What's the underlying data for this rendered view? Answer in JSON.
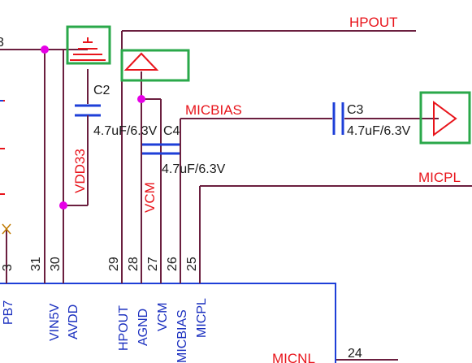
{
  "net_labels": {
    "hpout": "HPOUT",
    "micbias": "MICBIAS",
    "micpl": "MICPL",
    "micnl": "MICNL",
    "vdd33": "VDD33",
    "vcm": "VCM"
  },
  "components": {
    "c2": {
      "ref": "C2",
      "value": "4.7uF/6.3V"
    },
    "c3": {
      "ref": "C3",
      "value": "4.7uF/6.3V"
    },
    "c4": {
      "ref": "C4",
      "value": "4.7uF/6.3V"
    }
  },
  "pins": [
    {
      "number": "31",
      "name": "VIN5V"
    },
    {
      "number": "30",
      "name": "AVDD"
    },
    {
      "number": "29",
      "name": "HPOUT"
    },
    {
      "number": "28",
      "name": "AGND"
    },
    {
      "number": "27",
      "name": "VCM"
    },
    {
      "number": "26",
      "name": "MICBIAS"
    },
    {
      "number": "25",
      "name": "MICPL"
    },
    {
      "number": "24",
      "name": ""
    }
  ],
  "partial_labels": {
    "left_pin_name": "PB7",
    "left_pin_number": "3",
    "top_left_fragment": "3"
  },
  "colors": {
    "wire": "#6b1f3f",
    "net_text": "#e8141b",
    "pin_text": "#1a2fbf",
    "body_line": "#1e3fd8",
    "junction": "#e600e6",
    "highlight_box": "#2aa84a"
  }
}
